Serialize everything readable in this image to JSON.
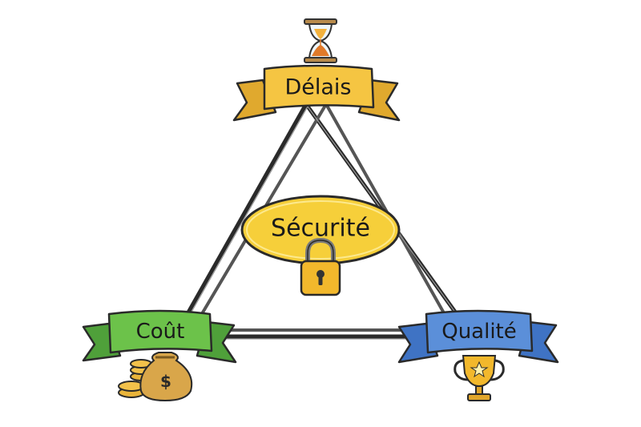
{
  "diagram": {
    "type": "project-management-triangle",
    "top_label": "Délais",
    "left_label": "Coût",
    "right_label": "Qualité",
    "center_label": "Sécurité",
    "colors": {
      "top_banner": "#f5c542",
      "left_banner": "#6cc24a",
      "right_banner": "#5b8fd9",
      "center_badge": "#f6cf3a",
      "outline": "#222222"
    },
    "icons": {
      "top": "hourglass-icon",
      "left": "money-bag-coins-icon",
      "right": "trophy-icon",
      "center": "padlock-icon"
    }
  }
}
